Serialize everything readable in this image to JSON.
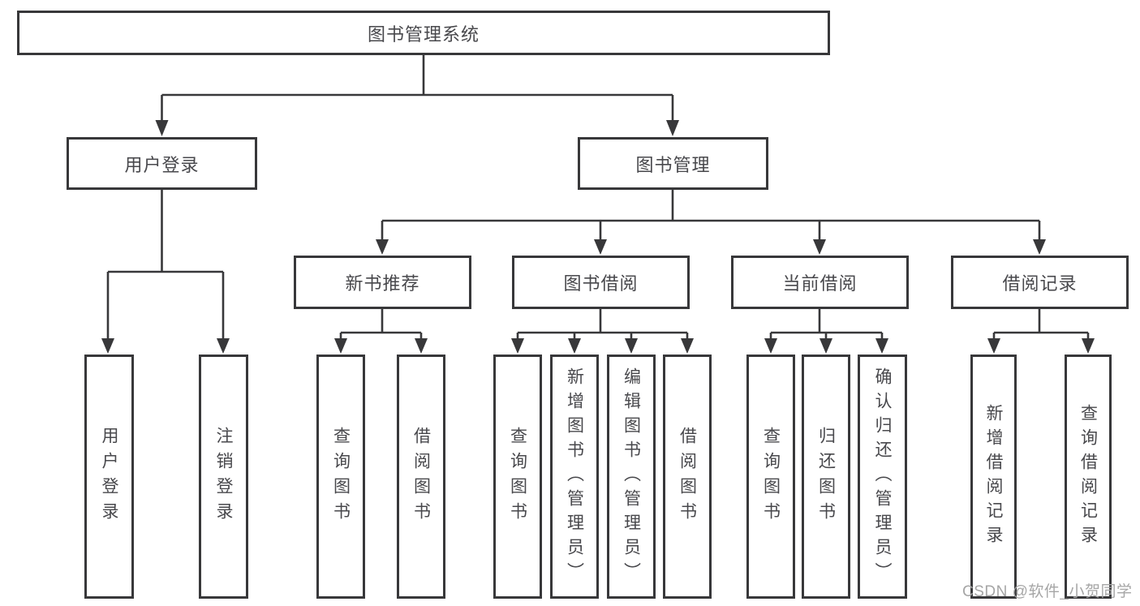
{
  "diagram": {
    "root": {
      "label": "图书管理系统"
    },
    "level2": [
      {
        "label": "用户登录"
      },
      {
        "label": "图书管理"
      }
    ],
    "level3": [
      {
        "label": "新书推荐"
      },
      {
        "label": "图书借阅"
      },
      {
        "label": "当前借阅"
      },
      {
        "label": "借阅记录"
      }
    ],
    "leaves": [
      {
        "label": "用户登录"
      },
      {
        "label": "注销登录"
      },
      {
        "label": "查询图书"
      },
      {
        "label": "借阅图书"
      },
      {
        "label": "查询图书"
      },
      {
        "label": "新增图书（管理员）"
      },
      {
        "label": "编辑图书（管理员）"
      },
      {
        "label": "借阅图书"
      },
      {
        "label": "查询图书"
      },
      {
        "label": "归还图书"
      },
      {
        "label": "确认归还（管理员）"
      },
      {
        "label": "新增借阅记录"
      },
      {
        "label": "查询借阅记录"
      }
    ]
  },
  "watermark": "CSDN @软件_小贺同学",
  "colors": {
    "line": "#38383a",
    "text": "#48484c",
    "watermark": "#a6a6a6",
    "background": "#ffffff"
  }
}
